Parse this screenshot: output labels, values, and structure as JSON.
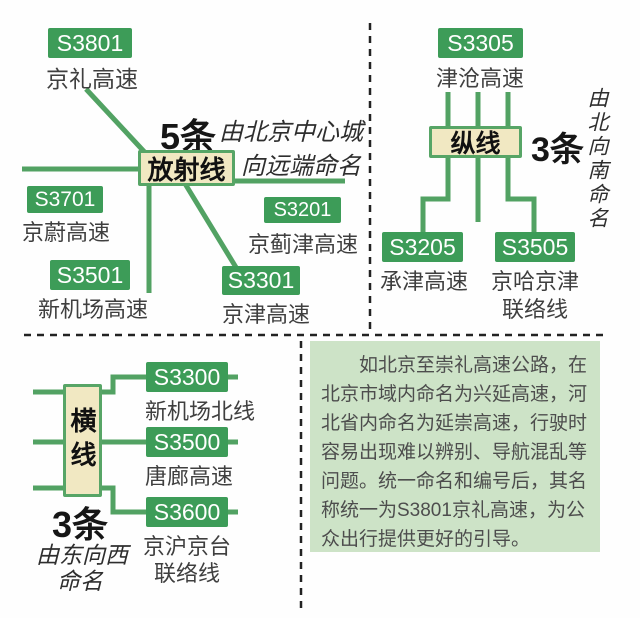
{
  "colors": {
    "badge_green": "#3d9c58",
    "line_green": "#52a263",
    "type_box_fill": "#f1e8c2",
    "type_box_border": "#57a566",
    "info_box_bg": "#cde3c7",
    "text_dark": "#3f3f3f",
    "dash_color": "#222222"
  },
  "sections": {
    "radial": {
      "type_label": "放射线",
      "count": "5条",
      "note_line1": "由北京中心城",
      "note_line2": "向远端命名",
      "roads": [
        {
          "code": "S3801",
          "name": "京礼高速"
        },
        {
          "code": "S3701",
          "name": "京蔚高速"
        },
        {
          "code": "S3501",
          "name": "新机场高速"
        },
        {
          "code": "S3301",
          "name": "京津高速"
        },
        {
          "code": "S3201",
          "name": "京蓟津高速"
        }
      ]
    },
    "vertical": {
      "type_label": "纵线",
      "count": "3条",
      "note": "由北向南命名",
      "roads": [
        {
          "code": "S3305",
          "name": "津沧高速"
        },
        {
          "code": "S3205",
          "name": "承津高速"
        },
        {
          "code": "S3505",
          "name_line1": "京哈京津",
          "name_line2": "联络线"
        }
      ]
    },
    "horizontal": {
      "type_label": "横线",
      "count": "3条",
      "note_line1": "由东向西",
      "note_line2": "命名",
      "roads": [
        {
          "code": "S3300",
          "name": "新机场北线"
        },
        {
          "code": "S3500",
          "name": "唐廊高速"
        },
        {
          "code": "S3600",
          "name_line1": "京沪京台",
          "name_line2": "联络线"
        }
      ]
    },
    "info_box": {
      "text": "如北京至崇礼高速公路，在北京市域内命名为兴延高速，河北省内命名为延崇高速，行驶时容易出现难以辨别、导航混乱等问题。统一命名和编号后，其名称统一为S3801京礼高速，为公众出行提供更好的引导。"
    }
  }
}
